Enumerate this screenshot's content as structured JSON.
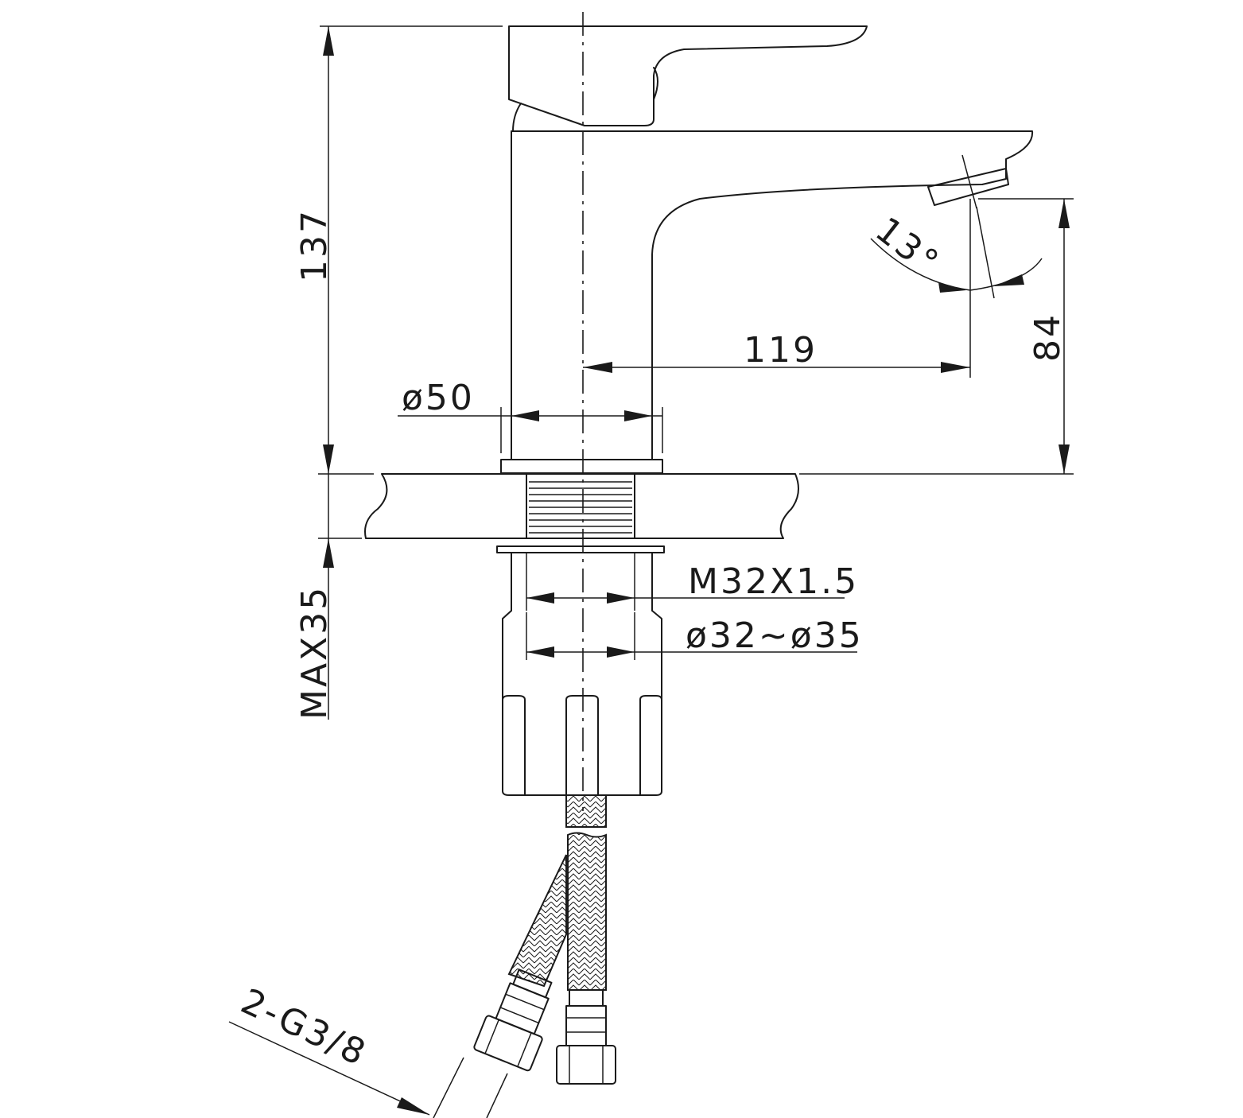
{
  "drawing": {
    "colors": {
      "line": "#1a1a1a",
      "background": "#ffffff"
    },
    "dimensions": {
      "overall_height": "137",
      "spout_height": "84",
      "spout_reach": "119",
      "base_diameter": "ø50",
      "spout_angle": "13°",
      "thread": "M32X1.5",
      "hole_diameter": "ø32~ø35",
      "max_deck": "MAX35",
      "hose_connection": "2-G3/8"
    }
  }
}
